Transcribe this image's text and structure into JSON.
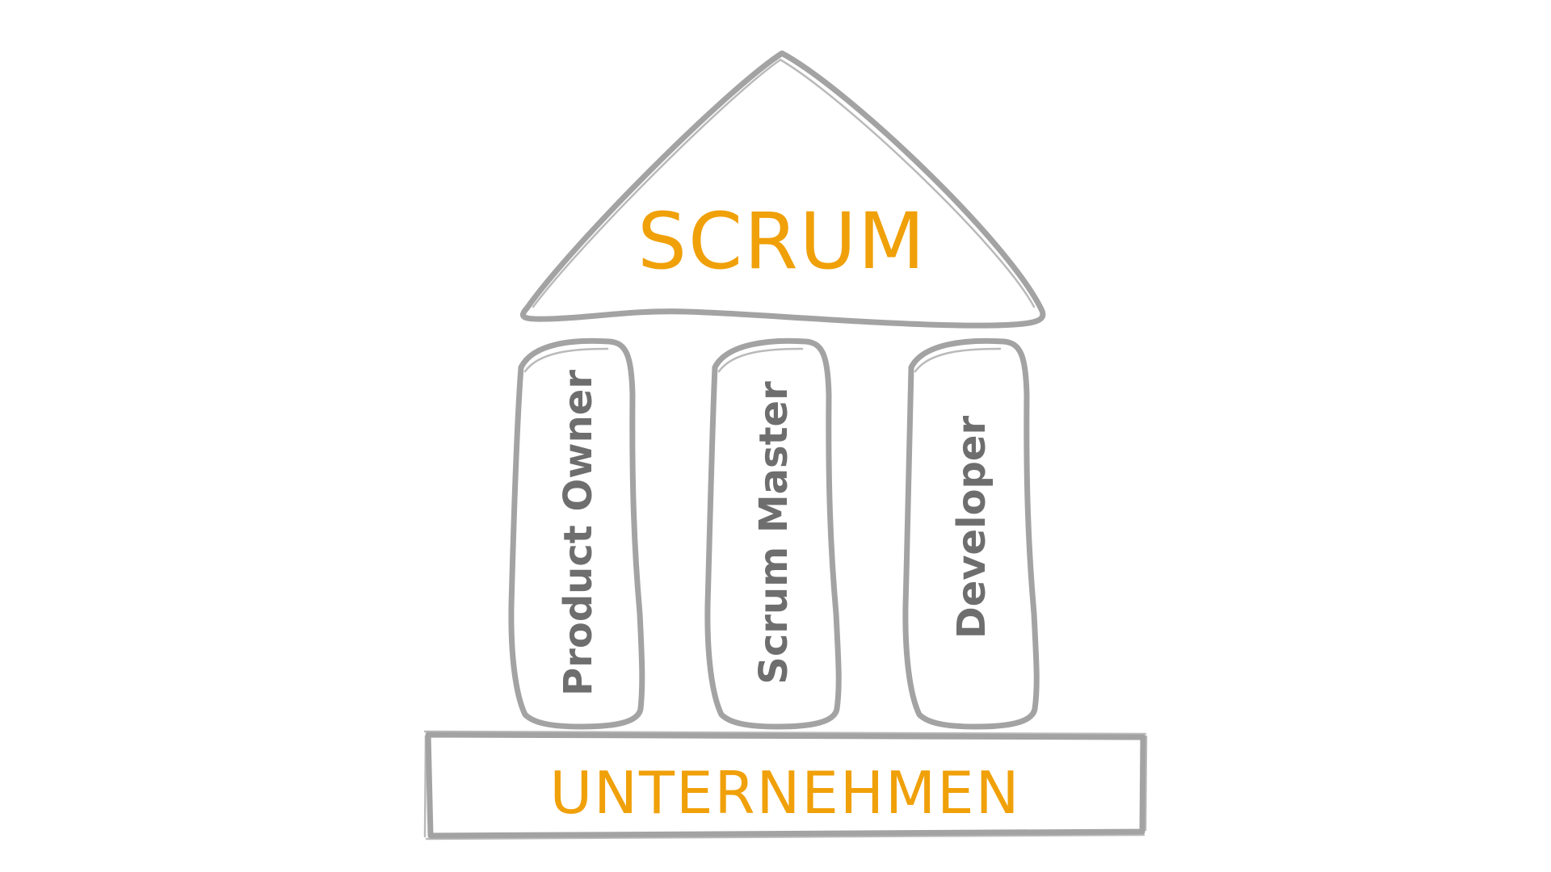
{
  "roof": {
    "label": "SCRUM"
  },
  "pillars": [
    {
      "label": "Product Owner"
    },
    {
      "label": "Scrum Master"
    },
    {
      "label": "Developer"
    }
  ],
  "foundation": {
    "label": "UNTERNEHMEN"
  },
  "colors": {
    "accent": "#f0a009",
    "outline": "#a3a3a3",
    "pillar_text": "#6e6e6e",
    "background": "#ffffff"
  }
}
